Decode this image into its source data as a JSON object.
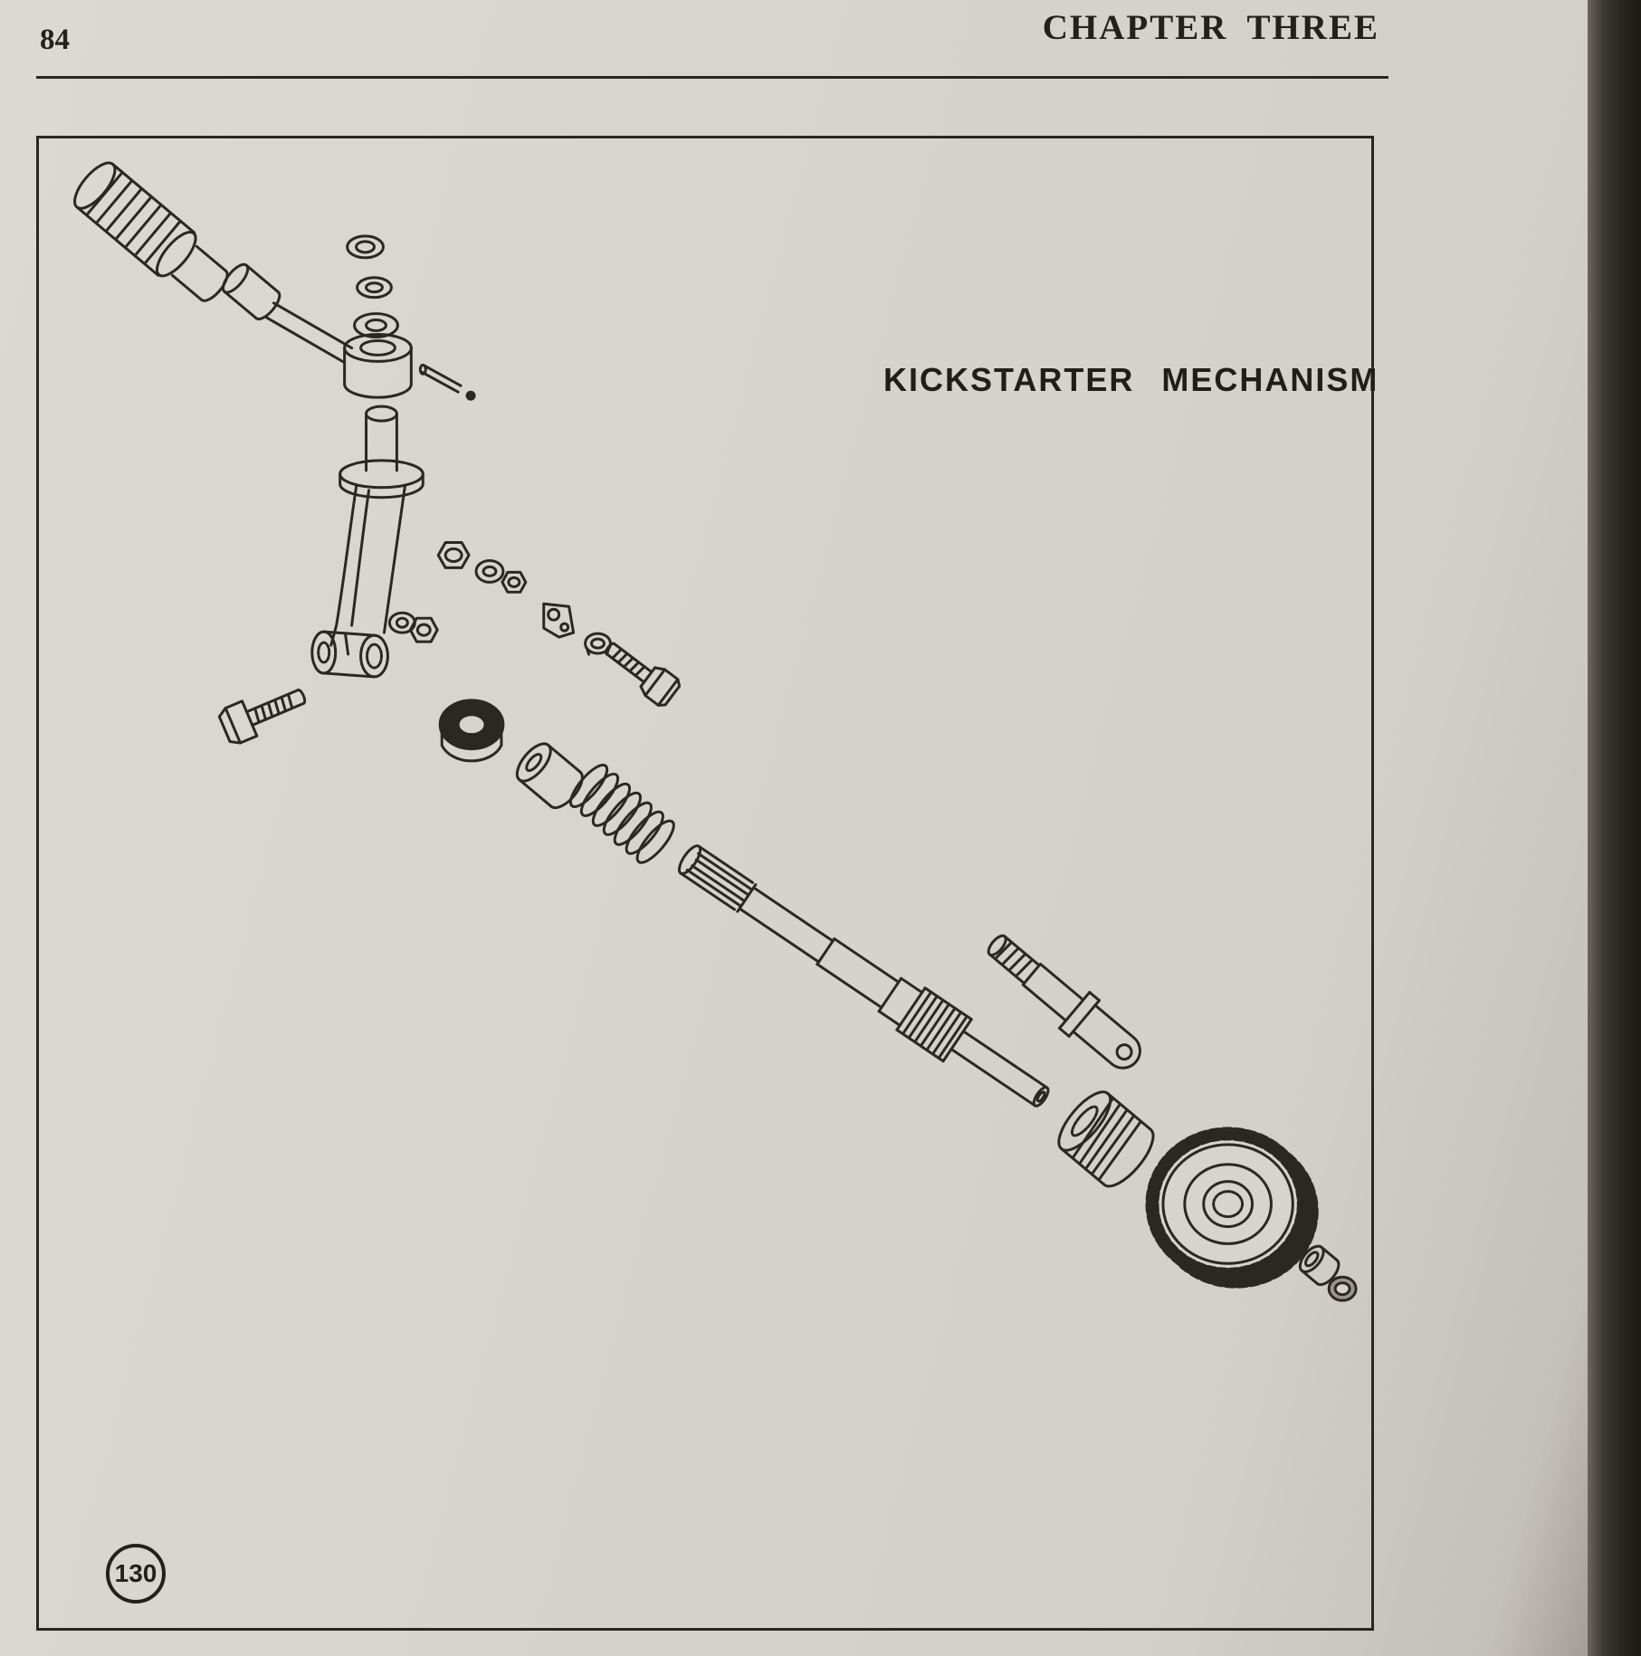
{
  "page": {
    "number": "84",
    "chapter": "CHAPTER THREE"
  },
  "figure": {
    "title": "KICKSTARTER MECHANISM",
    "number": "130"
  },
  "colors": {
    "paper": "#d7d3cd",
    "ink": "#2a2722",
    "binding_edge": "#2a2620"
  }
}
